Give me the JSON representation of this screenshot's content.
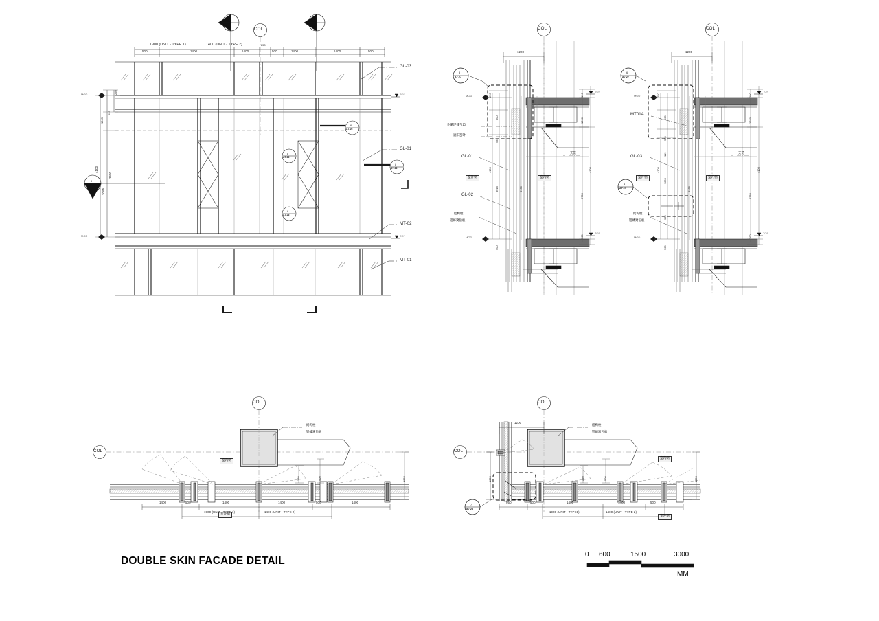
{
  "sheet": {
    "title": "DOUBLE SKIN FACADE DETAIL",
    "units_label": "MM"
  },
  "scale_bar": {
    "ticks": [
      "0",
      "600",
      "1500",
      "3000"
    ],
    "units": "MM"
  },
  "common_labels": {
    "col": "COL",
    "mod": "MOD",
    "tof": "TOF",
    "indoor": "室内侧",
    "outdoor": "室外侧",
    "ceiling": "天花",
    "column_clad": "结构柱",
    "column_clad2": "铝蜂窝包板",
    "exhaust": "外循环排气口",
    "louver": "遮阳百叶",
    "unit_type1_1900": "1900 (UNIT - TYPE 1)",
    "unit_type1_1900b": "1900 (UNIT - TYPE1)",
    "unit_type2_1400": "1400 (UNIT - TYPE 2)"
  },
  "elevation": {
    "name": "facade-elevation",
    "top_dims_upper": [
      "1900 (UNIT - TYPE 1)",
      "1400 (UNIT - TYPE 2)",
      "250"
    ],
    "top_dims_lower": [
      "500",
      "1400",
      "1400",
      "500",
      "1400",
      "1400",
      "500"
    ],
    "left_dims": [
      "250",
      "500",
      "1035",
      "4100",
      "3650",
      "3065"
    ],
    "material_tags": [
      "GL-03",
      "GL-01",
      "MT-02",
      "MT-01"
    ],
    "section_markers": [
      {
        "num": "5",
        "sheet": "-"
      },
      {
        "num": "2",
        "sheet": "-"
      },
      {
        "num": "9",
        "sheet": "-"
      }
    ],
    "detail_bubbles": [
      {
        "num": "6",
        "sheet": "A7.26"
      },
      {
        "num": "8",
        "sheet": "A7.26"
      },
      {
        "num": "8",
        "sheet": "A7.26"
      },
      {
        "num": "8",
        "sheet": "A7.26"
      }
    ],
    "col_label": "COL",
    "tof_markers": [
      "TOF",
      "TOF"
    ]
  },
  "section_middle": {
    "name": "wall-section-typical",
    "bubble": {
      "num": "3",
      "sheet": "A7.27"
    },
    "col_label": "COL",
    "top_dim": "1200",
    "dims_left": [
      "250",
      "500",
      "585",
      "4100",
      "3015"
    ],
    "dims_inner": [
      "3100"
    ],
    "dims_right": [
      "100",
      "1250",
      "4100",
      "2750",
      "100"
    ],
    "dims_bottom": [
      "500"
    ],
    "material_tags": [
      "GL-01",
      "GL-02"
    ],
    "cjk_labels": [
      "外循环排气口",
      "遮阳百叶",
      "天花",
      "室外侧",
      "室内侧",
      "结构柱",
      "铝蜂窝包板"
    ],
    "mod_marks": [
      "MOD",
      "MOD"
    ],
    "tof_marks": [
      "TOF",
      "TOF"
    ]
  },
  "section_right": {
    "name": "wall-section-column",
    "bubbles": [
      {
        "num": "6",
        "sheet": "A7.27"
      },
      {
        "num": "4",
        "sheet": "A7.27"
      }
    ],
    "col_label": "COL",
    "top_dim": "1200",
    "dims_left": [
      "250",
      "500",
      "585",
      "115",
      "4100",
      "1800",
      "900",
      "500"
    ],
    "dims_inner": [
      "3100"
    ],
    "dims_right": [
      "100",
      "1250",
      "4100",
      "2750",
      "100"
    ],
    "material_tags": [
      "MT01A",
      "GL-03"
    ],
    "cjk_labels": [
      "天花",
      "室外侧",
      "室内侧",
      "结构柱",
      "铝蜂窝包板"
    ],
    "mod_marks": [
      "MOD",
      "MOD"
    ],
    "tof_marks": [
      "TOF",
      "TOF"
    ]
  },
  "plan_left": {
    "name": "plan-detail-typical",
    "col_labels": [
      "COL",
      "COL"
    ],
    "dims_bottom": [
      "1400",
      "500",
      "1400",
      "1400",
      "500",
      "1400"
    ],
    "dims_bottom_group": [
      "1900 (UNIT - TYPE 1)",
      "1400 (UNIT - TYPE 2)"
    ],
    "dims_open": [
      "350",
      "500"
    ],
    "dim_right": "1200",
    "cjk_labels": [
      "结构柱",
      "铝蜂窝包板",
      "室内侧",
      "室外侧"
    ]
  },
  "plan_right": {
    "name": "plan-detail-corner",
    "col_labels": [
      "COL",
      "COL"
    ],
    "bubble": {
      "num": "7",
      "sheet": "A7.28"
    },
    "top_dim": "1200",
    "left_dim": "1200",
    "dims_bottom": [
      "950",
      "500",
      "1400",
      "1400",
      "500"
    ],
    "dims_bottom_group": [
      "1900 (UNIT - TYPE1)",
      "1400 (UNIT - TYPE 2)"
    ],
    "dims_open": [
      "350",
      "500"
    ],
    "dim_right": "1200",
    "cjk_labels": [
      "结构柱",
      "铝蜂窝包板",
      "室内侧",
      "室外侧"
    ]
  },
  "colors": {
    "line": "#1a1a1a",
    "thin": "#555555",
    "fill_gray": "#9a9a9a",
    "fill_light": "#e2e2e2",
    "dash": "#333333"
  }
}
